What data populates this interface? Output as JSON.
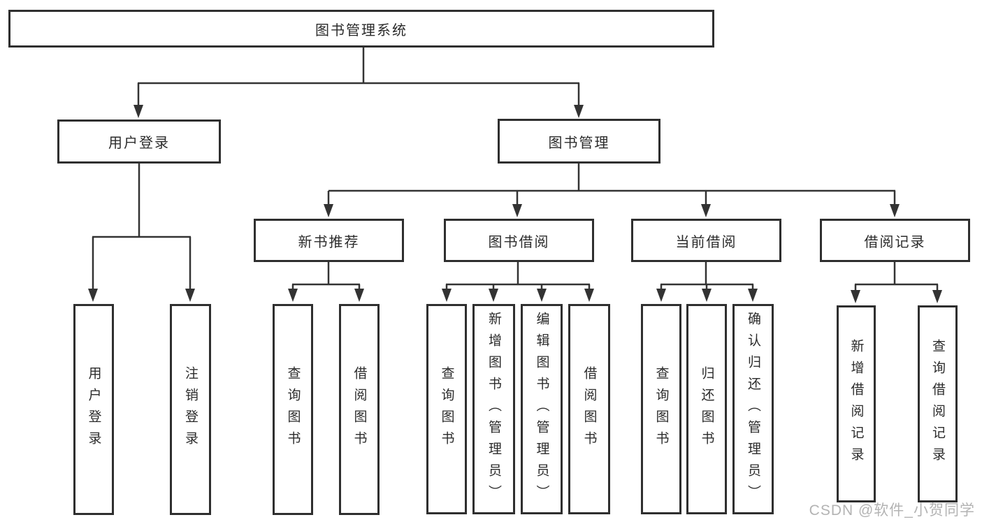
{
  "watermark": "CSDN @软件_小贺同学",
  "colors": {
    "background": "#ffffff",
    "box_border": "#2f2f2f",
    "line": "#333333",
    "text": "#2b2b2b",
    "watermark": "#b3b3b3"
  },
  "nodes": {
    "root": {
      "label": "图书管理系统"
    },
    "user_login": {
      "label": "用户登录"
    },
    "book_management": {
      "label": "图书管理"
    },
    "new_book_recommend": {
      "label": "新书推荐"
    },
    "book_borrowing": {
      "label": "图书借阅"
    },
    "current_borrowing": {
      "label": "当前借阅"
    },
    "borrowing_records": {
      "label": "借阅记录"
    },
    "leaf_user_login": {
      "label": "用户登录"
    },
    "leaf_logout": {
      "label": "注销登录"
    },
    "leaf_query_books_recommend": {
      "label": "查询图书"
    },
    "leaf_borrow_books_recommend": {
      "label": "借阅图书"
    },
    "leaf_query_books_borrowing": {
      "label": "查询图书"
    },
    "leaf_add_books_admin": {
      "label": "新增图书（管理员）"
    },
    "leaf_edit_books_admin": {
      "label": "编辑图书（管理员）"
    },
    "leaf_borrow_books_borrowing": {
      "label": "借阅图书"
    },
    "leaf_query_books_current": {
      "label": "查询图书"
    },
    "leaf_return_books": {
      "label": "归还图书"
    },
    "leaf_confirm_return_admin": {
      "label": "确认归还（管理员）"
    },
    "leaf_add_borrow_record": {
      "label": "新增借阅记录"
    },
    "leaf_query_borrow_record": {
      "label": "查询借阅记录"
    }
  },
  "edges": [
    [
      "root",
      "user_login"
    ],
    [
      "root",
      "book_management"
    ],
    [
      "user_login",
      "leaf_user_login"
    ],
    [
      "user_login",
      "leaf_logout"
    ],
    [
      "book_management",
      "new_book_recommend"
    ],
    [
      "book_management",
      "book_borrowing"
    ],
    [
      "book_management",
      "current_borrowing"
    ],
    [
      "book_management",
      "borrowing_records"
    ],
    [
      "new_book_recommend",
      "leaf_query_books_recommend"
    ],
    [
      "new_book_recommend",
      "leaf_borrow_books_recommend"
    ],
    [
      "book_borrowing",
      "leaf_query_books_borrowing"
    ],
    [
      "book_borrowing",
      "leaf_add_books_admin"
    ],
    [
      "book_borrowing",
      "leaf_edit_books_admin"
    ],
    [
      "book_borrowing",
      "leaf_borrow_books_borrowing"
    ],
    [
      "current_borrowing",
      "leaf_query_books_current"
    ],
    [
      "current_borrowing",
      "leaf_return_books"
    ],
    [
      "current_borrowing",
      "leaf_confirm_return_admin"
    ],
    [
      "borrowing_records",
      "leaf_add_borrow_record"
    ],
    [
      "borrowing_records",
      "leaf_query_borrow_record"
    ]
  ]
}
